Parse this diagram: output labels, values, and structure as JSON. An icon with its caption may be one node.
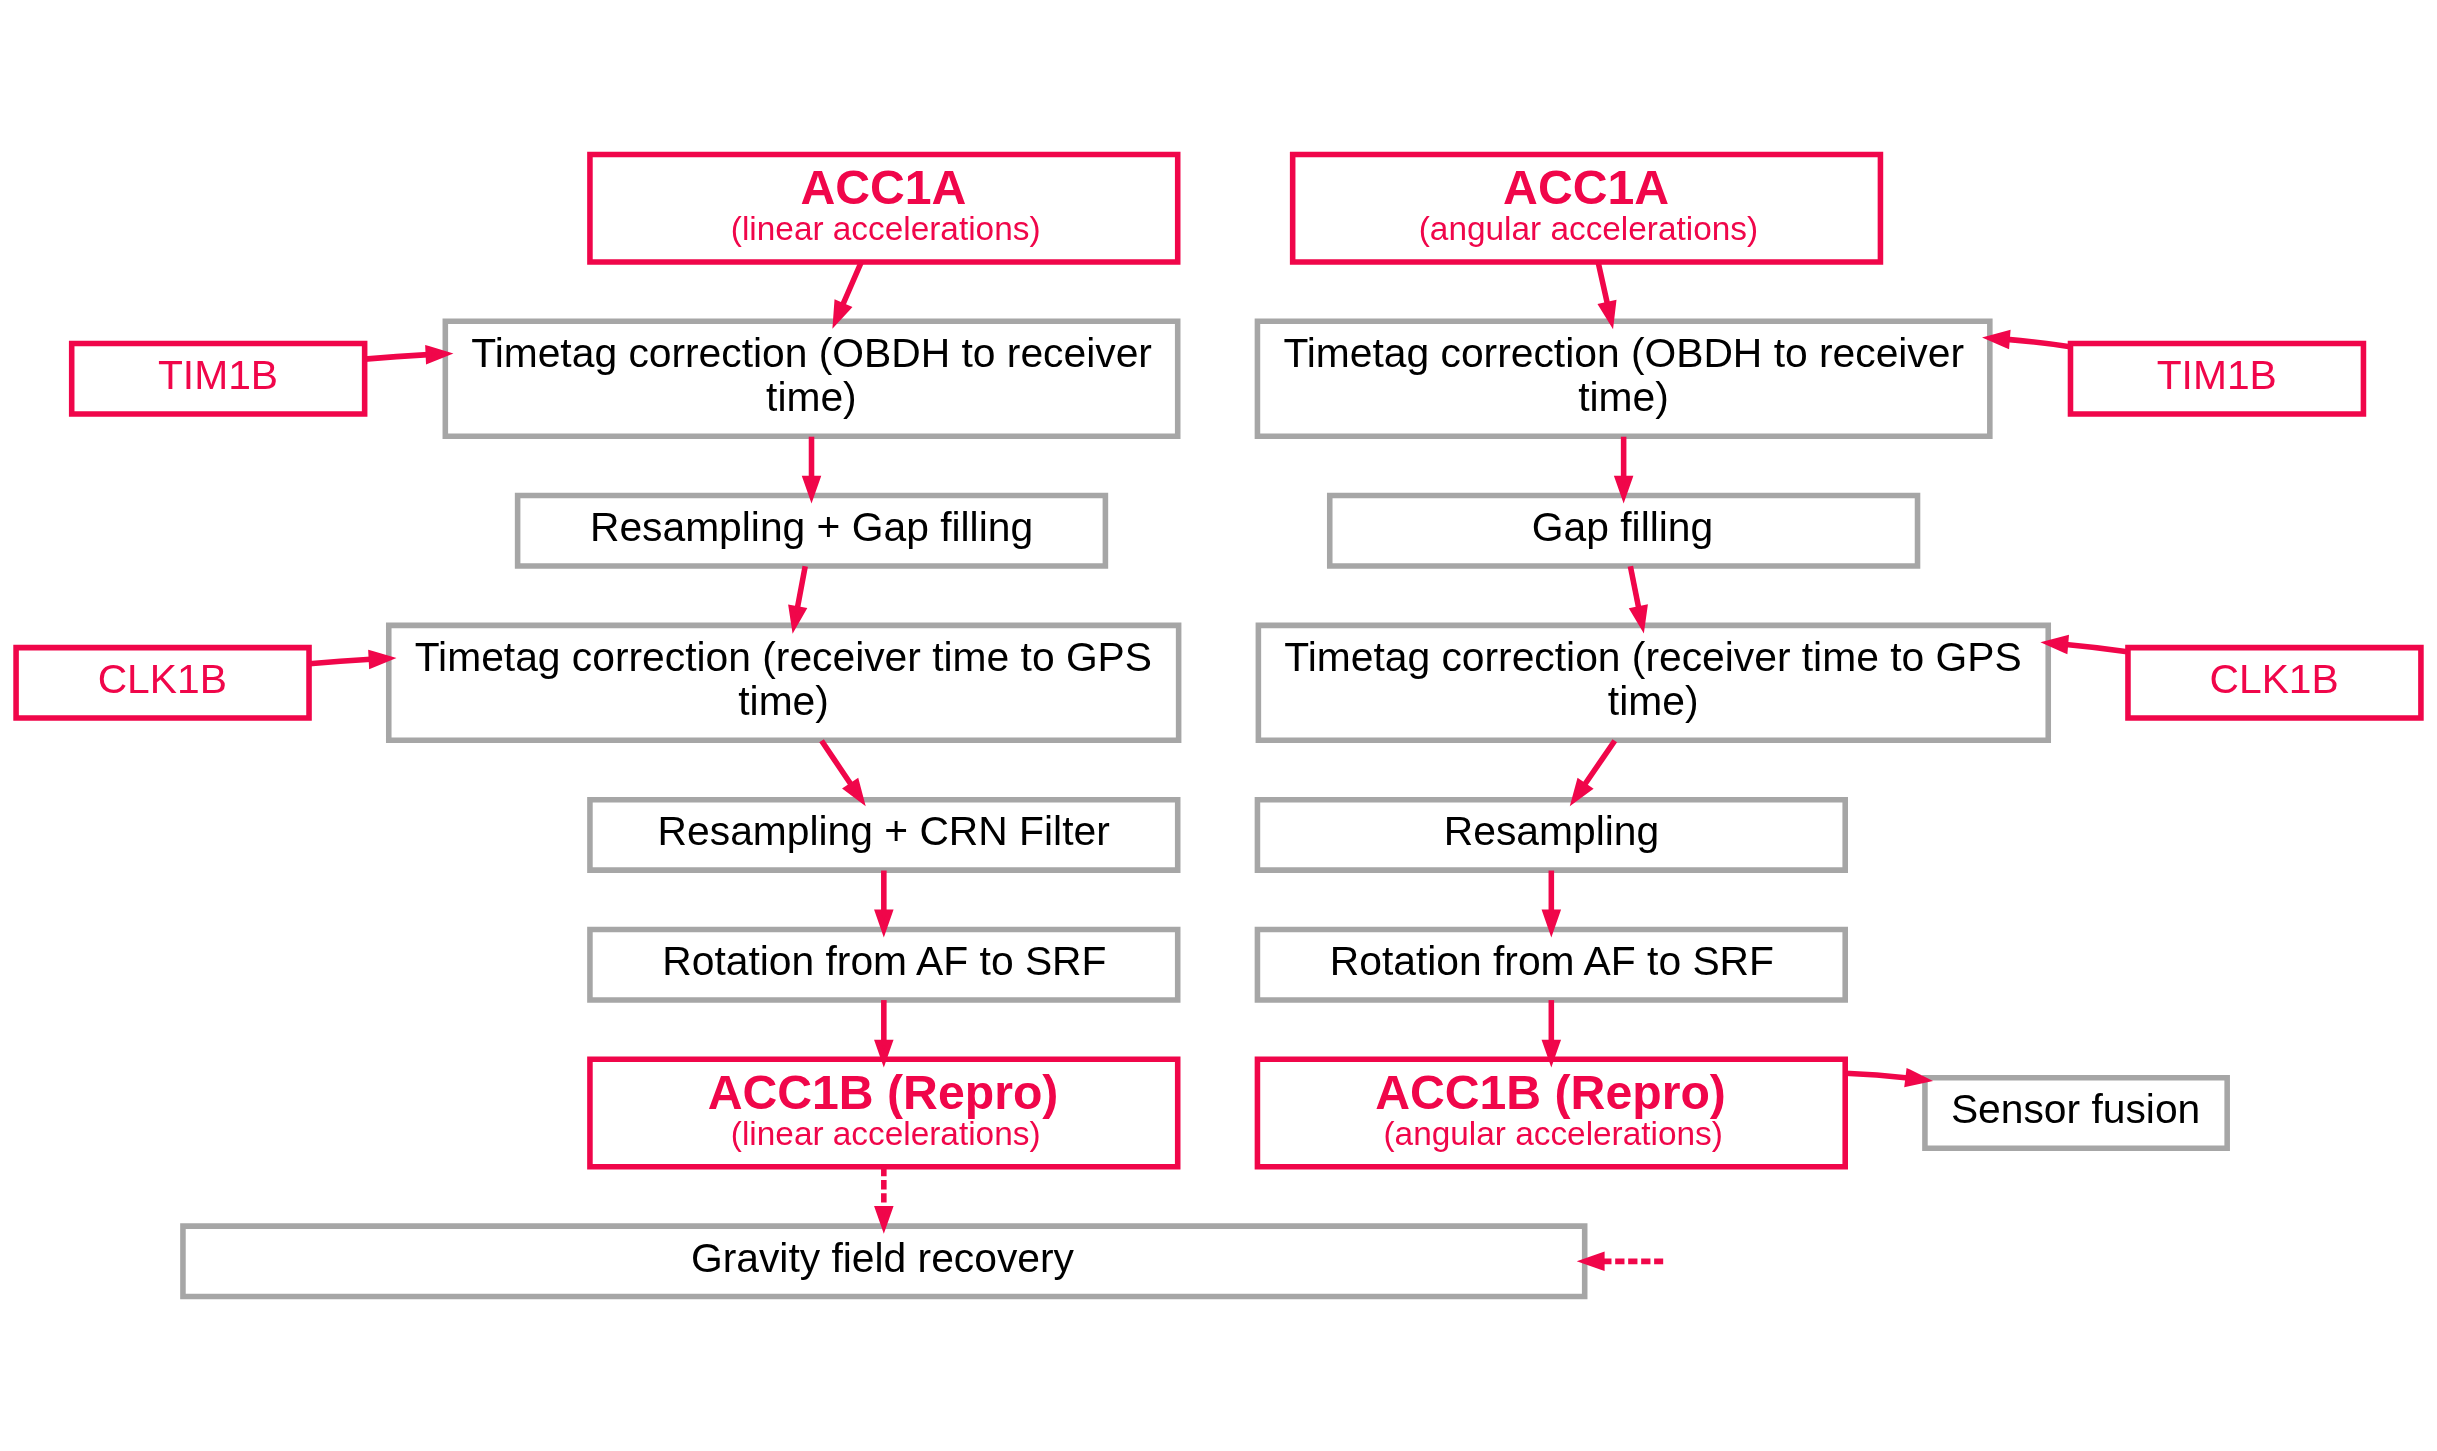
{
  "diagram": {
    "nodes": [
      {
        "text": [
          "ACC1A",
          "(linear accelerations)"
        ]
      },
      {
        "text": [
          "ACC1A",
          "(angular accelerations)"
        ]
      },
      {
        "text": [
          "TIM1B"
        ]
      },
      {
        "text": [
          "Timetag correction (OBDH to receiver time)"
        ]
      },
      {
        "text": [
          "Timetag correction (OBDH to receiver time)"
        ]
      },
      {
        "text": [
          "TIM1B"
        ]
      },
      {
        "text": [
          "Resampling + Gap filling"
        ]
      },
      {
        "text": [
          "Gap filling"
        ]
      },
      {
        "text": [
          "CLK1B"
        ]
      },
      {
        "text": [
          "Timetag correction (receiver time to GPS time)"
        ]
      },
      {
        "text": [
          "Timetag correction (receiver time to GPS time)"
        ]
      },
      {
        "text": [
          "CLK1B"
        ]
      },
      {
        "text": [
          "Resampling + CRN Filter"
        ]
      },
      {
        "text": [
          "Resampling"
        ]
      },
      {
        "text": [
          "Rotation from AF to SRF"
        ]
      },
      {
        "text": [
          "Rotation from AF to SRF"
        ]
      },
      {
        "text": [
          "ACC1B (Repro)",
          "(linear accelerations)"
        ]
      },
      {
        "text": [
          "ACC1B (Repro)",
          "(angular accelerations)"
        ]
      },
      {
        "text": [
          "Sensor fusion"
        ]
      },
      {
        "text": [
          "Gravity field recovery"
        ]
      }
    ],
    "edges": [
      {
        "from": 0,
        "to": 3,
        "arrow": "to"
      },
      {
        "from": 2,
        "to": 3,
        "arrow": "to"
      },
      {
        "from": 3,
        "to": 6,
        "arrow": "to"
      },
      {
        "from": 6,
        "to": 9,
        "arrow": "to"
      },
      {
        "from": 8,
        "to": 9,
        "arrow": "to"
      },
      {
        "from": 9,
        "to": 12,
        "arrow": "to"
      },
      {
        "from": 12,
        "to": 14,
        "arrow": "to"
      },
      {
        "from": 14,
        "to": 16,
        "arrow": "to"
      },
      {
        "from": 16,
        "to": 19,
        "arrow": "to",
        "style": "dashed"
      },
      {
        "from": 1,
        "to": 4,
        "arrow": "to"
      },
      {
        "from": 5,
        "to": 4,
        "arrow": "to"
      },
      {
        "from": 4,
        "to": 7,
        "arrow": "to"
      },
      {
        "from": 7,
        "to": 10,
        "arrow": "to"
      },
      {
        "from": 11,
        "to": 10,
        "arrow": "to"
      },
      {
        "from": 10,
        "to": 13,
        "arrow": "to"
      },
      {
        "from": 13,
        "to": 15,
        "arrow": "to"
      },
      {
        "from": 15,
        "to": 17,
        "arrow": "to"
      },
      {
        "from": 17,
        "to": 18,
        "arrow": "to"
      },
      {
        "from": null,
        "to": 19,
        "arrow": "to",
        "style": "dashed"
      }
    ]
  }
}
